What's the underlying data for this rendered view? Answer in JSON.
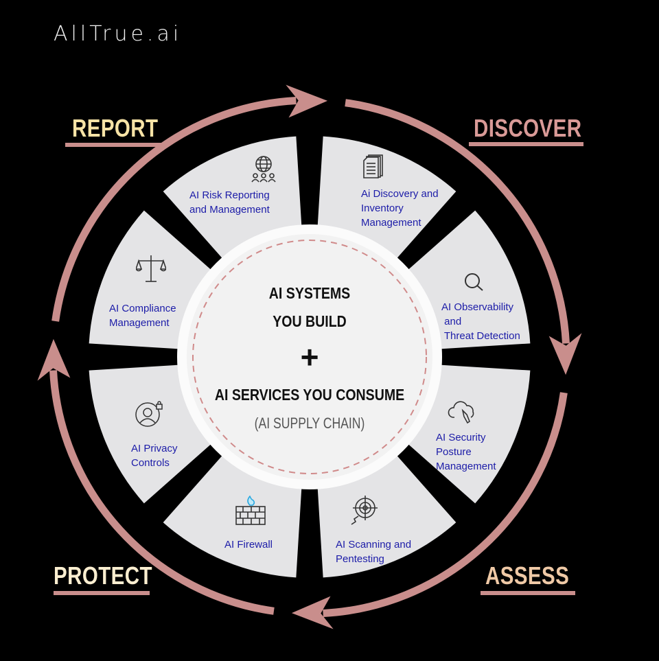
{
  "logo": "AllTrue.ai",
  "phases": {
    "report": {
      "label": "REPORT",
      "color": "#f7e3a6"
    },
    "discover": {
      "label": "DISCOVER",
      "color": "#d99a97"
    },
    "assess": {
      "label": "ASSESS",
      "color": "#efc9a6"
    },
    "protect": {
      "label": "PROTECT",
      "color": "#fbeed0"
    }
  },
  "center": {
    "line1": "AI SYSTEMS",
    "line2": "YOU BUILD",
    "plus": "+",
    "line3": "AI SERVICES YOU CONSUME",
    "line4": "(AI SUPPLY CHAIN)"
  },
  "segments": [
    {
      "label": "AI Risk Reporting\nand Management",
      "icon": "globe-people-icon"
    },
    {
      "label": "Ai Discovery and\nInventory\nManagement",
      "icon": "documents-icon"
    },
    {
      "label": "AI Observability\n and\n Threat Detection",
      "icon": "magnifier-icon"
    },
    {
      "label": "AI Security\nPosture\nManagement",
      "icon": "cloud-wrench-icon"
    },
    {
      "label": "AI Scanning and\nPentesting",
      "icon": "target-icon"
    },
    {
      "label": "AI Firewall",
      "icon": "firewall-icon"
    },
    {
      "label": "AI Privacy\nControls",
      "icon": "person-lock-icon"
    },
    {
      "label": "AI Compliance\nManagement",
      "icon": "scales-icon"
    }
  ],
  "colors": {
    "ring": "#c98e8c",
    "segment": "#e4e4e6",
    "text": "#1c1ca8",
    "dash": "#d08a8a"
  }
}
